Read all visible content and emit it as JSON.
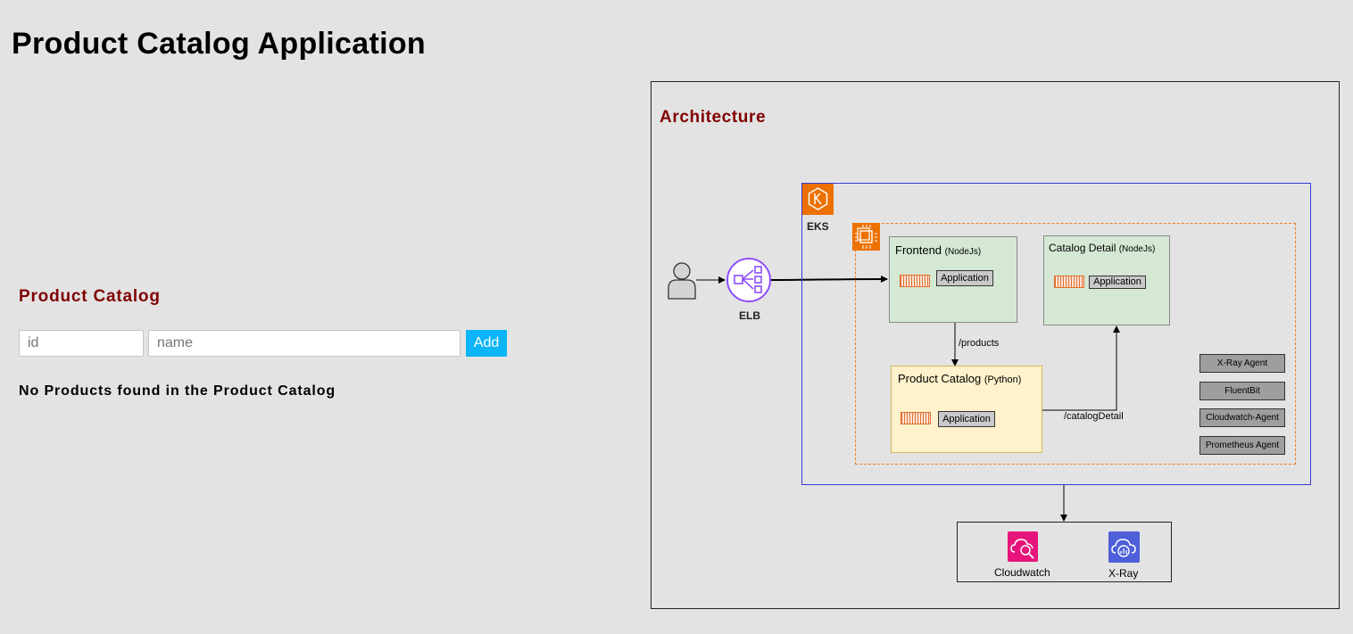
{
  "page": {
    "title": "Product Catalog Application"
  },
  "catalog": {
    "title": "Product Catalog",
    "id_placeholder": "id",
    "name_placeholder": "name",
    "add_label": "Add",
    "empty_message": "No Products found in the Product Catalog"
  },
  "architecture": {
    "title": "Architecture",
    "elb_label": "ELB",
    "eks_label": "EKS",
    "frontend": {
      "name": "Frontend",
      "runtime": "(NodeJs)",
      "app_label": "Application"
    },
    "catalog_detail": {
      "name": "Catalog Detail",
      "runtime": "(NodeJs)",
      "app_label": "Application"
    },
    "product_catalog": {
      "name": "Product Catalog",
      "runtime": "(Python)",
      "app_label": "Application"
    },
    "products_route": "/products",
    "catalog_detail_route": "/catalogDetail",
    "agents": [
      "X-Ray Agent",
      "FluentBit",
      "Cloudwatch-Agent",
      "Prometheus Agent"
    ],
    "cloudwatch_label": "Cloudwatch",
    "xray_label": "X-Ray"
  },
  "colors": {
    "accent_title": "#800000",
    "add_button": "#0cb5f5",
    "eks_orange": "#ed7100",
    "elb_purple": "#8c4fff",
    "cloudwatch_pink": "#e7157b",
    "xray_blue": "#4d5fd9"
  }
}
